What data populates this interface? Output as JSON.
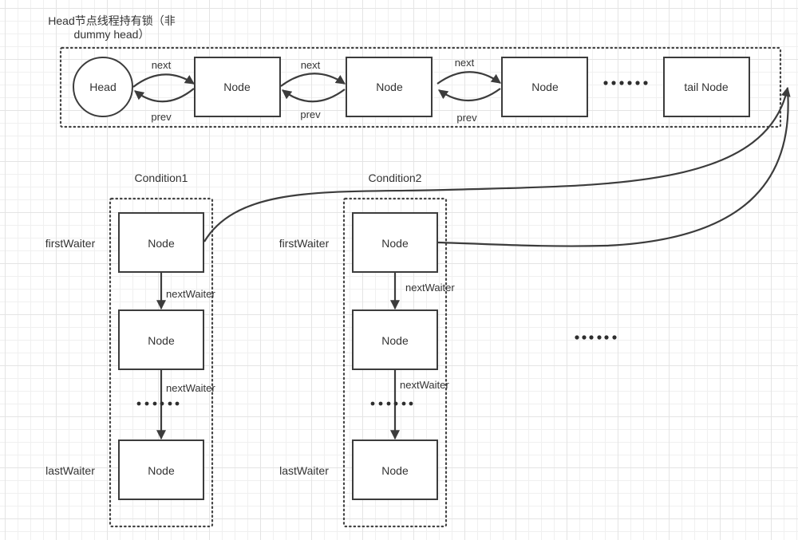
{
  "title_line1": "Head节点线程持有锁（非",
  "title_line2": "dummy head）",
  "sync_queue": {
    "head_label": "Head",
    "nodes": [
      "Node",
      "Node",
      "Node"
    ],
    "ellipsis": "……",
    "tail_label": "tail Node",
    "links": [
      {
        "next": "next",
        "prev": "prev"
      },
      {
        "next": "next",
        "prev": "prev"
      },
      {
        "next": "next",
        "prev": "prev"
      }
    ]
  },
  "conditions": [
    {
      "name": "Condition1",
      "first_label": "firstWaiter",
      "last_label": "lastWaiter",
      "nodes": [
        "Node",
        "Node",
        "Node"
      ],
      "next_labels": [
        "nextWaiter",
        "nextWaiter"
      ]
    },
    {
      "name": "Condition2",
      "first_label": "firstWaiter",
      "last_label": "lastWaiter",
      "nodes": [
        "Node",
        "Node",
        "Node"
      ],
      "next_labels": [
        "nextWaiter",
        "nextWaiter"
      ]
    }
  ],
  "more_conditions_ellipsis": "……",
  "colors": {
    "stroke": "#3c3c3c",
    "text": "#333333",
    "grid": "#e4e4e4",
    "background": "#ffffff"
  }
}
